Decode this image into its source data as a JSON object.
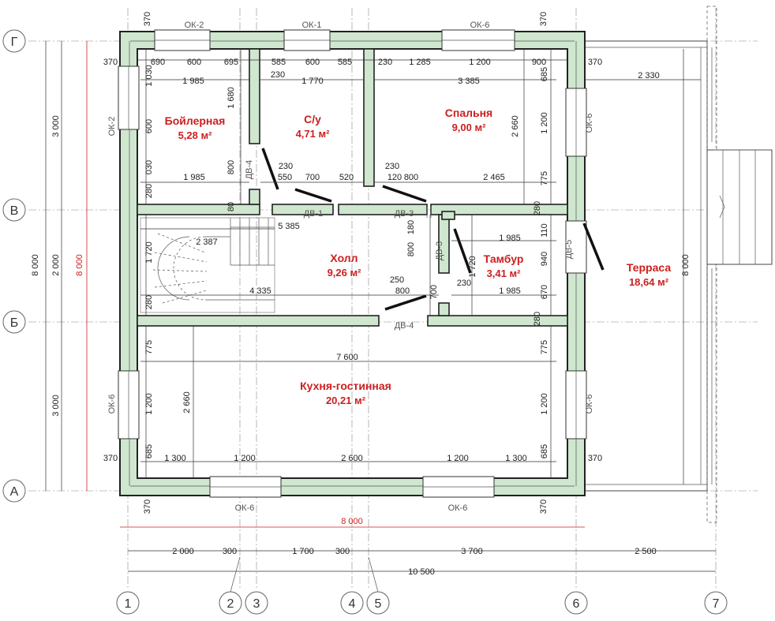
{
  "axes": {
    "letters": [
      "Г",
      "В",
      "Б",
      "А"
    ],
    "numbers": [
      "1",
      "2",
      "3",
      "4",
      "5",
      "6",
      "7"
    ]
  },
  "rooms": [
    {
      "name": "Бойлерная",
      "area": "5,28 м²"
    },
    {
      "name": "С/у",
      "area": "4,71 м²"
    },
    {
      "name": "Спальня",
      "area": "9,00 м²"
    },
    {
      "name": "Холл",
      "area": "9,26 м²"
    },
    {
      "name": "Тамбур",
      "area": "3,41 м²"
    },
    {
      "name": "Кухня-гостинная",
      "area": "20,21 м²"
    },
    {
      "name": "Терраса",
      "area": "18,64 м²"
    }
  ],
  "windows": {
    "ok1": "ОК-1",
    "ok2": "ОК-2",
    "ok6": "ОК-6"
  },
  "doors": {
    "dv1": "ДВ-1",
    "dv3": "ДВ-3",
    "dv4": "ДВ-4",
    "dv5": "ДВ-5"
  },
  "dims": {
    "d370": "370",
    "d690": "690",
    "d600": "600",
    "d695": "695",
    "d585": "585",
    "d230": "230",
    "d1285": "1 285",
    "d1200": "1 200",
    "d900": "900",
    "d1985": "1 985",
    "d1770": "1 770",
    "d3385": "3 385",
    "d2330": "2 330",
    "d1030": "1 030",
    "d1680": "1 680",
    "d685": "685",
    "d2660": "2 660",
    "d030": "030",
    "d800": "800",
    "d550": "550",
    "d700": "700",
    "d520": "520",
    "d120": "120",
    "d2465": "2 465",
    "d775": "775",
    "d280": "280",
    "d5385": "5 385",
    "d2387": "2 387",
    "d180": "180",
    "d1720": "1 720",
    "d110": "110",
    "d940": "940",
    "d250": "250",
    "d4335": "4 335",
    "d670": "670",
    "d7600": "7 600",
    "d1300": "1 300",
    "d2600": "2 600",
    "d8000": "8 000",
    "d3000": "3 000",
    "d2000": "2 000",
    "d300": "300",
    "d1700": "1 700",
    "d3700": "3 700",
    "d2500": "2 500",
    "d10500": "10 500",
    "d80": "80",
    "d8000v": "8 000"
  }
}
